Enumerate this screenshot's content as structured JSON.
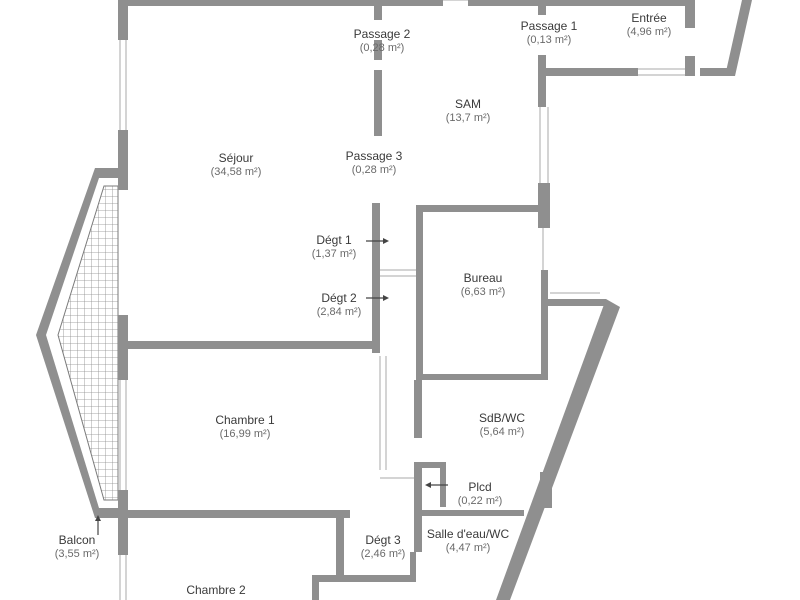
{
  "floor_plan": {
    "rooms": [
      {
        "id": "passage-2",
        "name": "Passage 2",
        "area": "(0,28 m²)"
      },
      {
        "id": "passage-1",
        "name": "Passage 1",
        "area": "(0,13 m²)"
      },
      {
        "id": "entree",
        "name": "Entrée",
        "area": "(4,96 m²)"
      },
      {
        "id": "sam",
        "name": "SAM",
        "area": "(13,7 m²)"
      },
      {
        "id": "sejour",
        "name": "Séjour",
        "area": "(34,58 m²)"
      },
      {
        "id": "passage-3",
        "name": "Passage 3",
        "area": "(0,28 m²)"
      },
      {
        "id": "degt-1",
        "name": "Dégt 1",
        "area": "(1,37 m²)"
      },
      {
        "id": "degt-2",
        "name": "Dégt 2",
        "area": "(2,84 m²)"
      },
      {
        "id": "bureau",
        "name": "Bureau",
        "area": "(6,63 m²)"
      },
      {
        "id": "chambre-1",
        "name": "Chambre 1",
        "area": "(16,99 m²)"
      },
      {
        "id": "sdb-wc",
        "name": "SdB/WC",
        "area": "(5,64 m²)"
      },
      {
        "id": "plcd",
        "name": "Plcd",
        "area": "(0,22 m²)"
      },
      {
        "id": "balcon",
        "name": "Balcon",
        "area": "(3,55 m²)"
      },
      {
        "id": "degt-3",
        "name": "Dégt 3",
        "area": "(2,46 m²)"
      },
      {
        "id": "salle-deau-wc",
        "name": "Salle d'eau/WC",
        "area": "(4,47 m²)"
      },
      {
        "id": "chambre-2",
        "name": "Chambre 2",
        "area": ""
      }
    ]
  }
}
